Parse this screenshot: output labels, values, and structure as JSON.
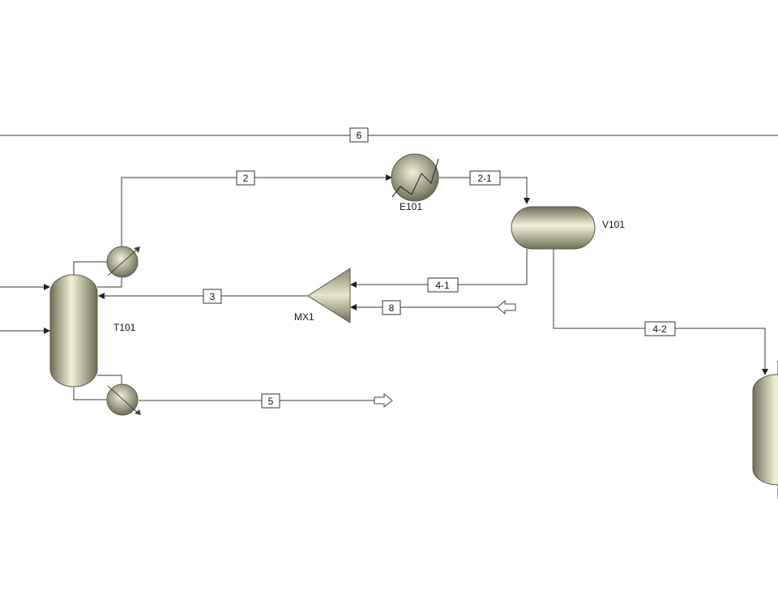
{
  "equipment": {
    "T101": "T101",
    "E101": "E101",
    "V101": "V101",
    "MX1": "MX1"
  },
  "streams": {
    "s6": "6",
    "s2": "2",
    "s2_1": "2-1",
    "s3": "3",
    "s4_1": "4-1",
    "s8": "8",
    "s4_2": "4-2",
    "s5": "5"
  },
  "colors": {
    "equipment_body": "#c9c9a6",
    "equipment_shade": "#6e6e58",
    "line": "#3a3a3a"
  }
}
